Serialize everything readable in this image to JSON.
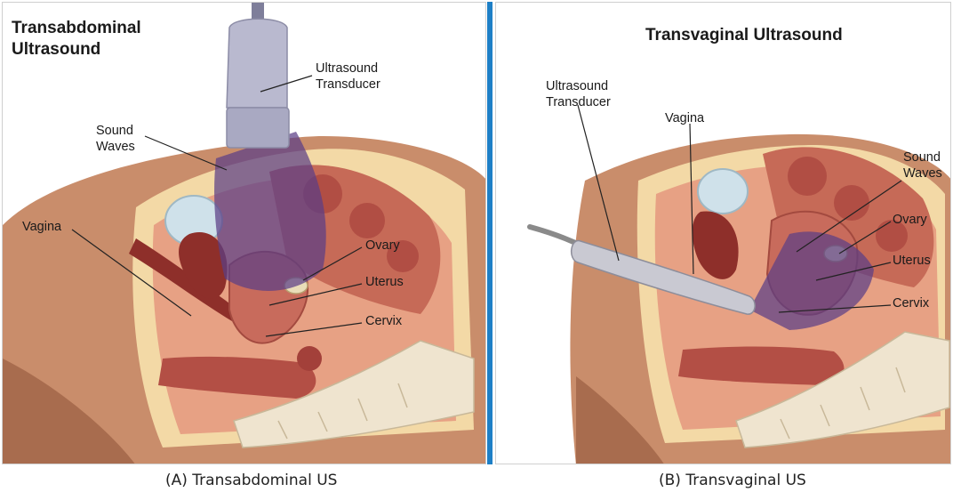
{
  "panel_a": {
    "title_line1": "Transabdominal",
    "title_line2": "Ultrasound",
    "labels": {
      "transducer_line1": "Ultrasound",
      "transducer_line2": "Transducer",
      "waves_line1": "Sound",
      "waves_line2": "Waves",
      "vagina": "Vagina",
      "ovary": "Ovary",
      "uterus": "Uterus",
      "cervix": "Cervix"
    },
    "caption": "(A) Transabdominal US"
  },
  "panel_b": {
    "title": "Transvaginal Ultrasound",
    "labels": {
      "transducer_line1": "Ultrasound",
      "transducer_line2": "Transducer",
      "vagina": "Vagina",
      "waves_line1": "Sound",
      "waves_line2": "Waves",
      "ovary": "Ovary",
      "uterus": "Uterus",
      "cervix": "Cervix"
    },
    "caption": "(B) Transvaginal US"
  },
  "colors": {
    "divider": "#1e7fc6",
    "skin": "#c98d6b",
    "fat": "#f3d9a6",
    "organ": "#b8584a",
    "muscle": "#8e2f2a",
    "bladder": "#cfe1ea",
    "sound_waves": "#5b3f86",
    "transducer": "#b9b9cf"
  }
}
